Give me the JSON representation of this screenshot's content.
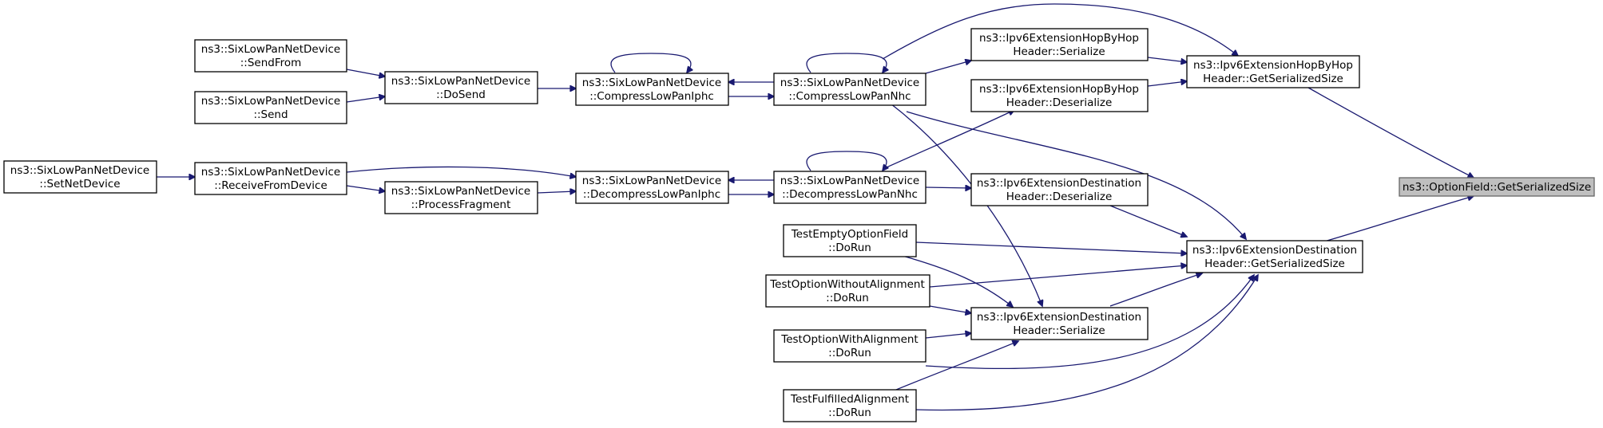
{
  "graph": {
    "nodes": [
      {
        "id": "n0",
        "lines": [
          "ns3::OptionField::GetSerializedSize"
        ],
        "root": true
      },
      {
        "id": "n1",
        "lines": [
          "ns3::Ipv6ExtensionHopByHop",
          "Header::GetSerializedSize"
        ]
      },
      {
        "id": "n2",
        "lines": [
          "ns3::Ipv6ExtensionDestination",
          "Header::GetSerializedSize"
        ]
      },
      {
        "id": "n3",
        "lines": [
          "ns3::Ipv6ExtensionHopByHop",
          "Header::Serialize"
        ]
      },
      {
        "id": "n4",
        "lines": [
          "ns3::Ipv6ExtensionHopByHop",
          "Header::Deserialize"
        ]
      },
      {
        "id": "n5",
        "lines": [
          "ns3::Ipv6ExtensionDestination",
          "Header::Deserialize"
        ]
      },
      {
        "id": "n6",
        "lines": [
          "ns3::Ipv6ExtensionDestination",
          "Header::Serialize"
        ]
      },
      {
        "id": "n7",
        "lines": [
          "ns3::SixLowPanNetDevice",
          "::CompressLowPanNhc"
        ]
      },
      {
        "id": "n8",
        "lines": [
          "ns3::SixLowPanNetDevice",
          "::DecompressLowPanNhc"
        ]
      },
      {
        "id": "n9",
        "lines": [
          "TestEmptyOptionField",
          "::DoRun"
        ]
      },
      {
        "id": "n10",
        "lines": [
          "TestOptionWithoutAlignment",
          "::DoRun"
        ]
      },
      {
        "id": "n11",
        "lines": [
          "TestOptionWithAlignment",
          "::DoRun"
        ]
      },
      {
        "id": "n12",
        "lines": [
          "TestFulfilledAlignment",
          "::DoRun"
        ]
      },
      {
        "id": "n13",
        "lines": [
          "ns3::SixLowPanNetDevice",
          "::CompressLowPanIphc"
        ]
      },
      {
        "id": "n14",
        "lines": [
          "ns3::SixLowPanNetDevice",
          "::DecompressLowPanIphc"
        ]
      },
      {
        "id": "n15",
        "lines": [
          "ns3::SixLowPanNetDevice",
          "::DoSend"
        ]
      },
      {
        "id": "n16",
        "lines": [
          "ns3::SixLowPanNetDevice",
          "::SendFrom"
        ]
      },
      {
        "id": "n17",
        "lines": [
          "ns3::SixLowPanNetDevice",
          "::Send"
        ]
      },
      {
        "id": "n18",
        "lines": [
          "ns3::SixLowPanNetDevice",
          "::ReceiveFromDevice"
        ]
      },
      {
        "id": "n19",
        "lines": [
          "ns3::SixLowPanNetDevice",
          "::ProcessFragment"
        ]
      },
      {
        "id": "n20",
        "lines": [
          "ns3::SixLowPanNetDevice",
          "::SetNetDevice"
        ]
      }
    ]
  }
}
